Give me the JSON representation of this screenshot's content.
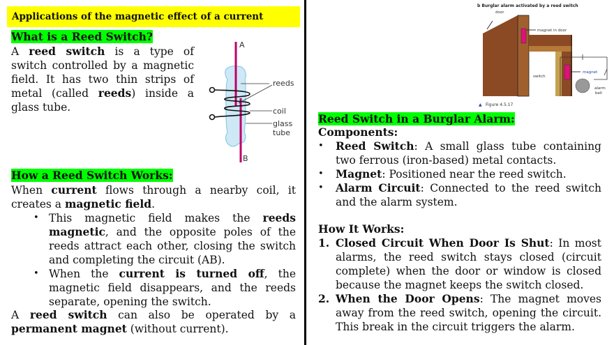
{
  "title": "Applications of the magnetic effect of a current",
  "left": {
    "what_heading": "What is a Reed Switch?",
    "what_para": [
      {
        "text": "A "
      },
      {
        "text": "reed switch",
        "bold": true
      },
      {
        "text": " is a type of switch controlled by a magnetic field. It has two thin strips of metal (called "
      },
      {
        "text": "reeds",
        "bold": true
      },
      {
        "text": ") inside a glass tube."
      }
    ],
    "diagram": {
      "label_a": "A",
      "label_b": "B",
      "label_reeds": "reeds",
      "label_coil": "coil",
      "label_glass": "glass",
      "label_tube": "tube"
    },
    "how_heading": "How a Reed Switch Works:",
    "how_para": [
      {
        "text": "When "
      },
      {
        "text": "current",
        "bold": true
      },
      {
        "text": " flows through a nearby coil, it creates a "
      },
      {
        "text": "magnetic field",
        "bold": true
      },
      {
        "text": "."
      }
    ],
    "how_bullets": [
      [
        {
          "text": "This magnetic field makes the "
        },
        {
          "text": "reeds magnetic",
          "bold": true
        },
        {
          "text": ", and the opposite poles of the reeds attract each other, closing the switch and completing the circuit (AB)."
        }
      ],
      [
        {
          "text": "When the "
        },
        {
          "text": "current is turned off",
          "bold": true
        },
        {
          "text": ", the magnetic field disappears, and the reeds separate, opening the switch."
        }
      ]
    ],
    "closing": [
      {
        "text": "A "
      },
      {
        "text": "reed switch",
        "bold": true
      },
      {
        "text": " can also be operated by a "
      },
      {
        "text": "permanent magnet",
        "bold": true
      },
      {
        "text": " (without current)."
      }
    ]
  },
  "right": {
    "figure": {
      "caption_top": "b Burglar alarm activated by a reed switch",
      "door": "door",
      "magnet_in_door": "magnet in door",
      "switch": "switch",
      "magnet": "magnet",
      "alarm": "alarm",
      "bell": "bell",
      "figure_number": "Figure 4.5.17"
    },
    "heading": "Reed Switch in a Burglar Alarm:",
    "components_label": "Components:",
    "components": [
      [
        {
          "text": "Reed Switch",
          "bold": true
        },
        {
          "text": ": A small glass tube containing two ferrous (iron-based) metal contacts."
        }
      ],
      [
        {
          "text": "Magnet",
          "bold": true
        },
        {
          "text": ": Positioned near the reed switch."
        }
      ],
      [
        {
          "text": "Alarm Circuit",
          "bold": true
        },
        {
          "text": ": Connected to the reed switch and the alarm system."
        }
      ]
    ],
    "how_heading": "How It Works:",
    "steps": [
      {
        "num": "1.",
        "parts": [
          {
            "text": "Closed Circuit When Door Is Shut",
            "bold": true
          },
          {
            "text": ": In most alarms, the reed switch stays closed (circuit complete) when the door or window is closed because the magnet keeps the switch closed."
          }
        ]
      },
      {
        "num": "2.",
        "parts": [
          {
            "text": "When the Door Opens",
            "bold": true
          },
          {
            "text": ": The magnet moves away from the reed switch, opening the circuit. This break in the circuit triggers the alarm."
          }
        ]
      }
    ]
  },
  "colors": {
    "title_highlight": "#ffff00",
    "heading_highlight": "#00ff00",
    "reed_rod": "#c0006a",
    "glass": "#cfe8f5",
    "wood": "#8b4a24"
  }
}
